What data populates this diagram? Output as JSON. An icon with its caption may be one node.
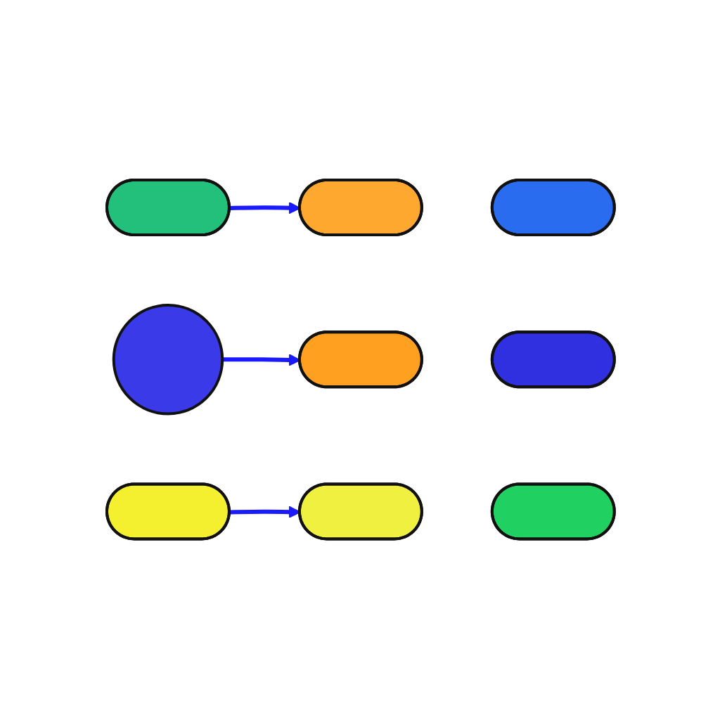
{
  "diagram": {
    "nodes": [
      {
        "text": [],
        "shape": "ellipse"
      },
      {
        "text": [],
        "shape": "ellipse"
      },
      {
        "text": [],
        "shape": "ellipse"
      },
      {
        "text": [],
        "shape": "circle"
      },
      {
        "text": [],
        "shape": "ellipse"
      },
      {
        "text": [],
        "shape": "ellipse"
      },
      {
        "text": [],
        "shape": "ellipse"
      },
      {
        "text": [],
        "shape": "ellipse"
      },
      {
        "text": [],
        "shape": "ellipse"
      }
    ],
    "edges": [
      {
        "from": 0,
        "to": 1,
        "arrow": "to"
      },
      {
        "from": 3,
        "to": 4,
        "arrow": "to"
      },
      {
        "from": 6,
        "to": 7,
        "arrow": "to"
      }
    ]
  }
}
